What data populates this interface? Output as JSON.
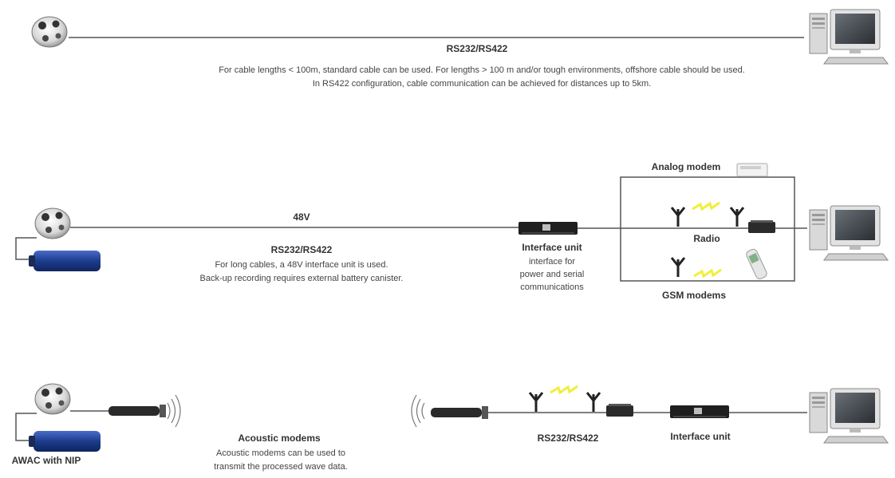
{
  "row1": {
    "link_label": "RS232/RS422",
    "note_line1": "For cable lengths < 100m, standard cable can be used. For lengths > 100 m and/or tough environments, offshore cable should be used.",
    "note_line2": "In RS422 configuration, cable communication can be achieved for distances up to 5km."
  },
  "row2": {
    "voltage_label": "48V",
    "link_label": "RS232/RS422",
    "note_line1": "For long cables, a 48V interface unit is used.",
    "note_line2": "Back-up recording requires external battery canister.",
    "interface_title": "Interface unit",
    "interface_desc1": "interface for",
    "interface_desc2": "power and serial",
    "interface_desc3": "communications",
    "analog_label": "Analog modem",
    "radio_label": "Radio",
    "gsm_label": "GSM modems"
  },
  "row3": {
    "device_label": "AWAC with NIP",
    "acoustic_title": "Acoustic modems",
    "acoustic_desc1": "Acoustic modems can be used to",
    "acoustic_desc2": "transmit the processed wave data.",
    "link_label": "RS232/RS422",
    "interface_label": "Interface unit"
  },
  "colors": {
    "line": "#555555",
    "lightning": "#f2ee3a",
    "battery": "#1c3c8c",
    "device_body": "#e8e8e8"
  }
}
